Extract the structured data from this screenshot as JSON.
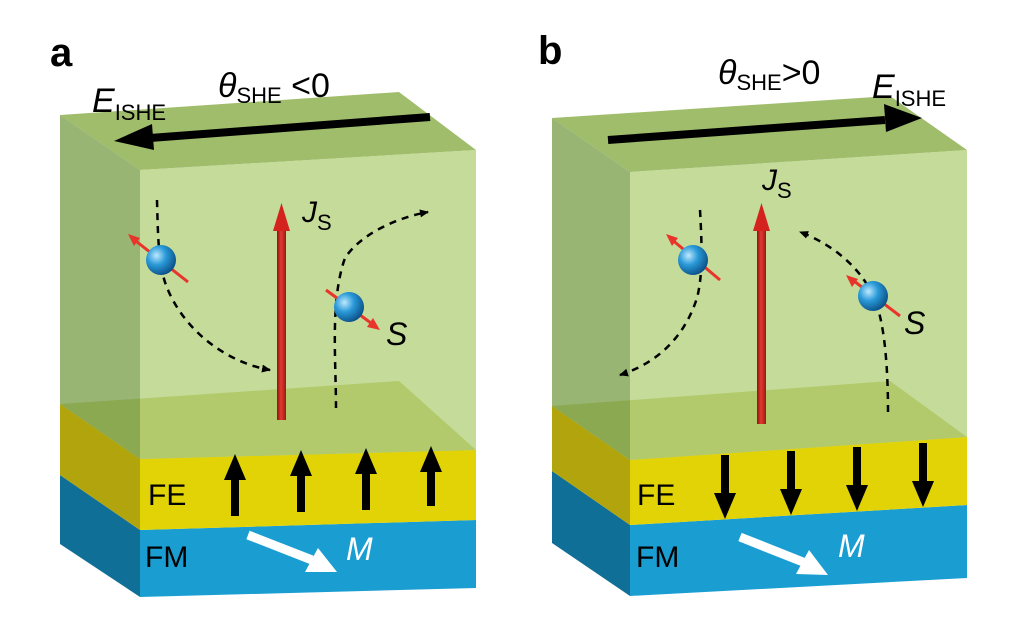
{
  "panels": [
    {
      "letter": "a",
      "theta_symbol": "θ",
      "theta_sub": "SHE",
      "theta_relation": " <0",
      "field_symbol": "E",
      "field_sub": "ISHE",
      "current_symbol": "J",
      "current_sub": "S",
      "spin_label": "S",
      "fe_label": "FE",
      "fm_label": "FM",
      "magnetization_label": "M",
      "fe_polarization": "up",
      "field_direction": "left"
    },
    {
      "letter": "b",
      "theta_symbol": "θ",
      "theta_sub": "SHE",
      "theta_relation": ">0",
      "field_symbol": "E",
      "field_sub": "ISHE",
      "current_symbol": "J",
      "current_sub": "S",
      "spin_label": "S",
      "fe_label": "FE",
      "fm_label": "FM",
      "magnetization_label": "M",
      "fe_polarization": "down",
      "field_direction": "right"
    }
  ],
  "colors": {
    "nm_front": "#b5d27f",
    "nm_top": "#a0bd6c",
    "nm_side": "#86a85a",
    "fe_top": "#a4ac1a",
    "fe_front": "#e2d306",
    "fe_side": "#b1a40c",
    "fm_front": "#1a9ed2",
    "fm_side": "#0f6f96",
    "spin_current": "#d4231e",
    "electron": "#1f8fcf"
  }
}
